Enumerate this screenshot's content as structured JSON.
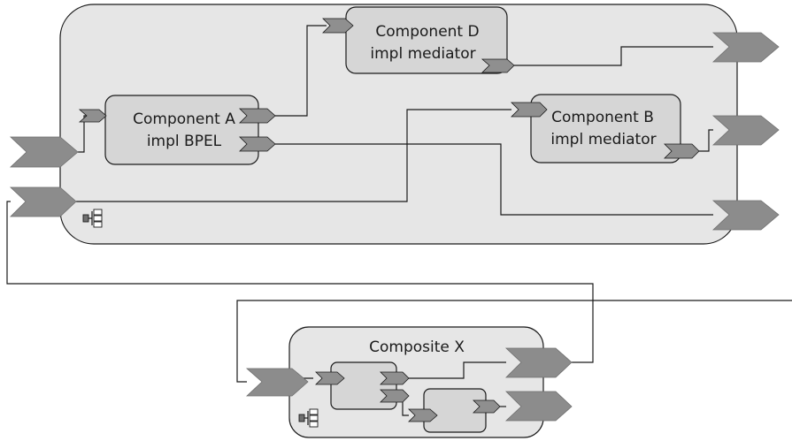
{
  "composite_main": {
    "components": {
      "a": {
        "line1": "Component A",
        "line2": "impl BPEL"
      },
      "b": {
        "line1": "Component B",
        "line2": "impl mediator"
      },
      "d": {
        "line1": "Component D",
        "line2": "impl mediator"
      }
    },
    "icon": "composite-icon"
  },
  "composite_x": {
    "label": "Composite X",
    "icon": "composite-icon"
  },
  "colors": {
    "composite_fill": "#e6e6e6",
    "component_fill": "#d6d6d6",
    "chevron_fill": "#8c8c8c",
    "line": "#1a1a1a"
  }
}
